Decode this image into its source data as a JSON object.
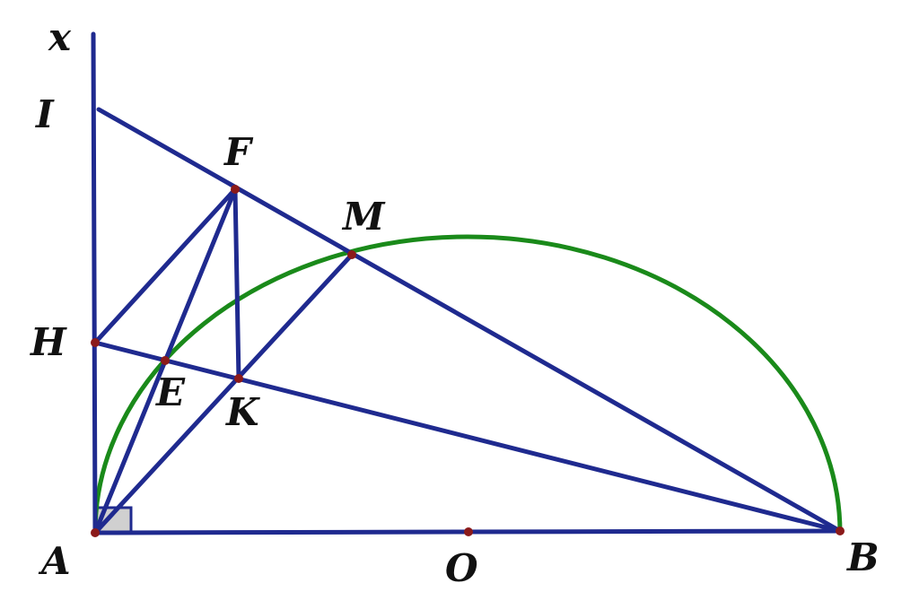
{
  "colors": {
    "segment": "#1f2a8f",
    "arc": "#1a8a1a",
    "point": "#8b1a1a",
    "right_angle_fill": "#d0d0d0",
    "label": "#111111"
  },
  "labels": {
    "x": "x",
    "I": "I",
    "F": "F",
    "M": "M",
    "H": "H",
    "E": "E",
    "K": "K",
    "A": "A",
    "O": "O",
    "B": "B"
  }
}
